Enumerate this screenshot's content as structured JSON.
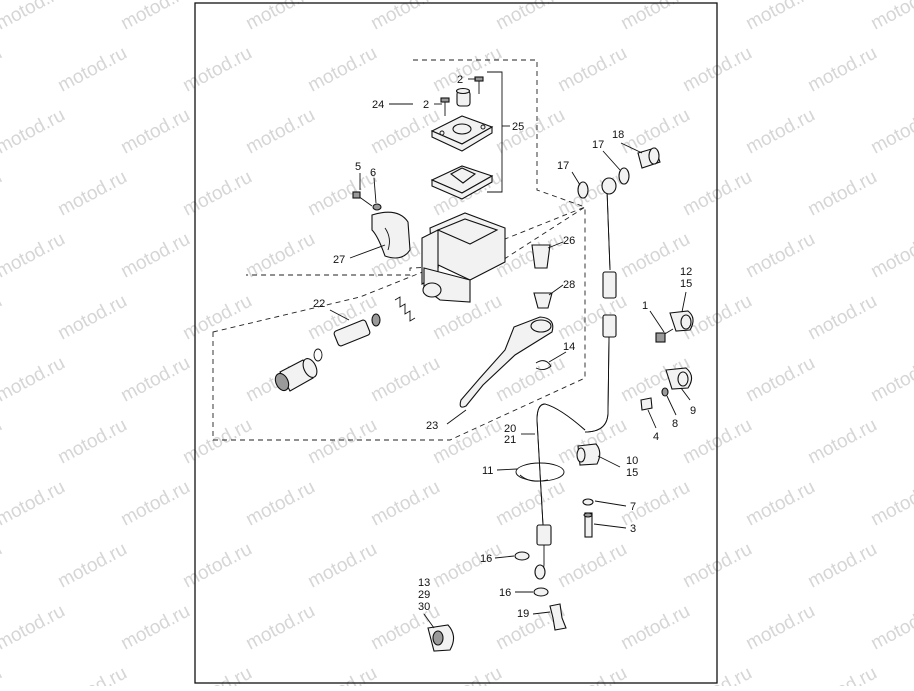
{
  "watermark": "motod.ru",
  "callouts": {
    "c2a": "2",
    "c2b": "2",
    "c24": "24",
    "c25": "25",
    "c5": "5",
    "c6": "6",
    "c27": "27",
    "c17a": "17",
    "c17b": "17",
    "c18": "18",
    "c26": "26",
    "c28": "28",
    "c22": "22",
    "c12": "12",
    "c15a": "15",
    "c1": "1",
    "c14": "14",
    "c9": "9",
    "c8": "8",
    "c4": "4",
    "c23": "23",
    "c20": "20",
    "c21": "21",
    "c10": "10",
    "c15b": "15",
    "c11": "11",
    "c7": "7",
    "c3": "3",
    "c16a": "16",
    "c16b": "16",
    "c13": "13",
    "c29": "29",
    "c30": "30",
    "c19": "19"
  }
}
